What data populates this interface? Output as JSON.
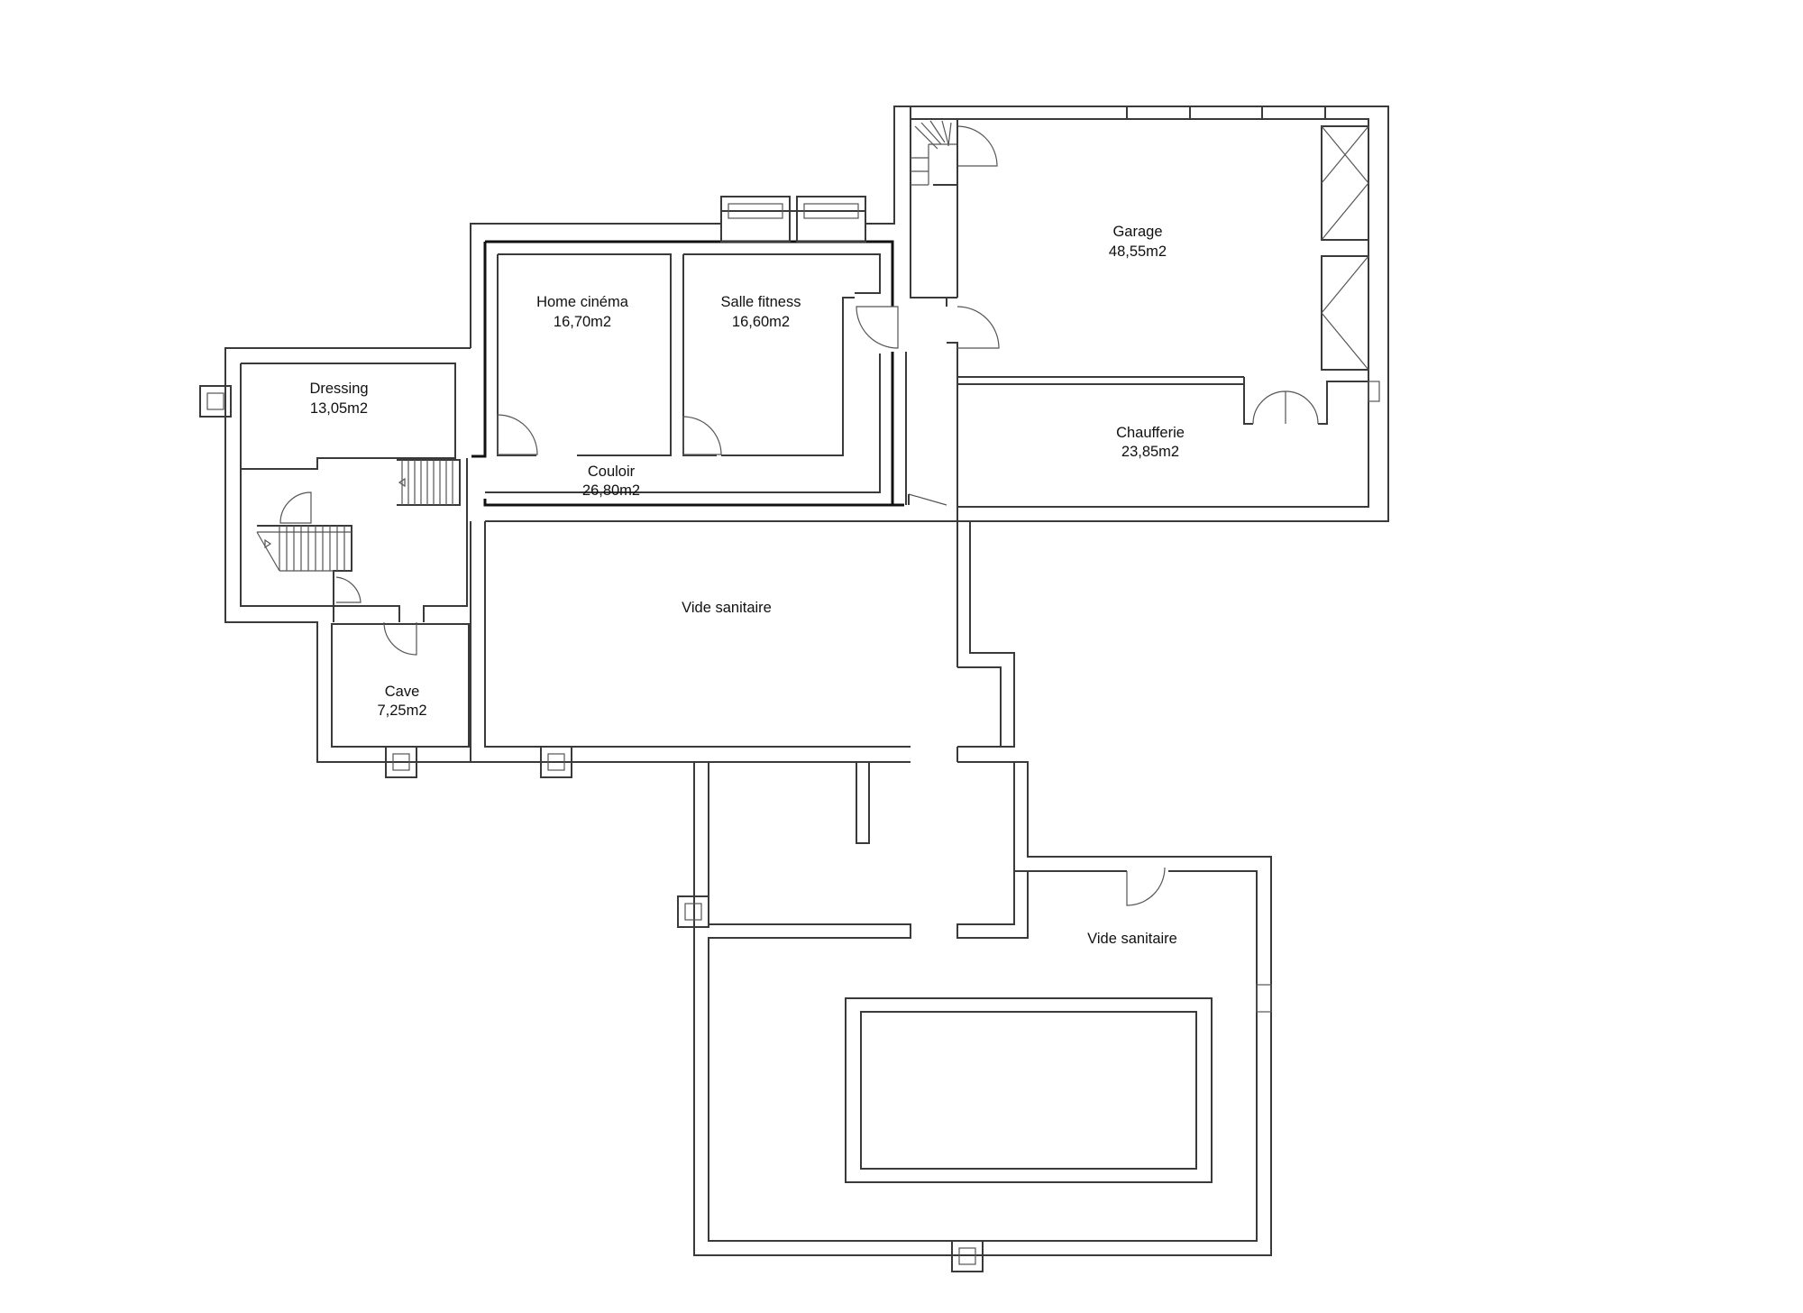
{
  "colors": {
    "background": "#ffffff",
    "walls": "#3a3a3a",
    "text": "#111111"
  },
  "rooms": [
    {
      "key": "dressing",
      "name": "Dressing",
      "area": "13,05m2"
    },
    {
      "key": "home_cinema",
      "name": "Home cinéma",
      "area": "16,70m2"
    },
    {
      "key": "salle_fitness",
      "name": "Salle fitness",
      "area": "16,60m2"
    },
    {
      "key": "couloir",
      "name": "Couloir",
      "area": "26,80m2"
    },
    {
      "key": "garage",
      "name": "Garage",
      "area": "48,55m2"
    },
    {
      "key": "chaufferie",
      "name": "Chaufferie",
      "area": "23,85m2"
    },
    {
      "key": "cave",
      "name": "Cave",
      "area": "7,25m2"
    },
    {
      "key": "vide_sanitaire_1",
      "name": "Vide sanitaire",
      "area": ""
    },
    {
      "key": "vide_sanitaire_2",
      "name": "Vide sanitaire",
      "area": ""
    }
  ]
}
